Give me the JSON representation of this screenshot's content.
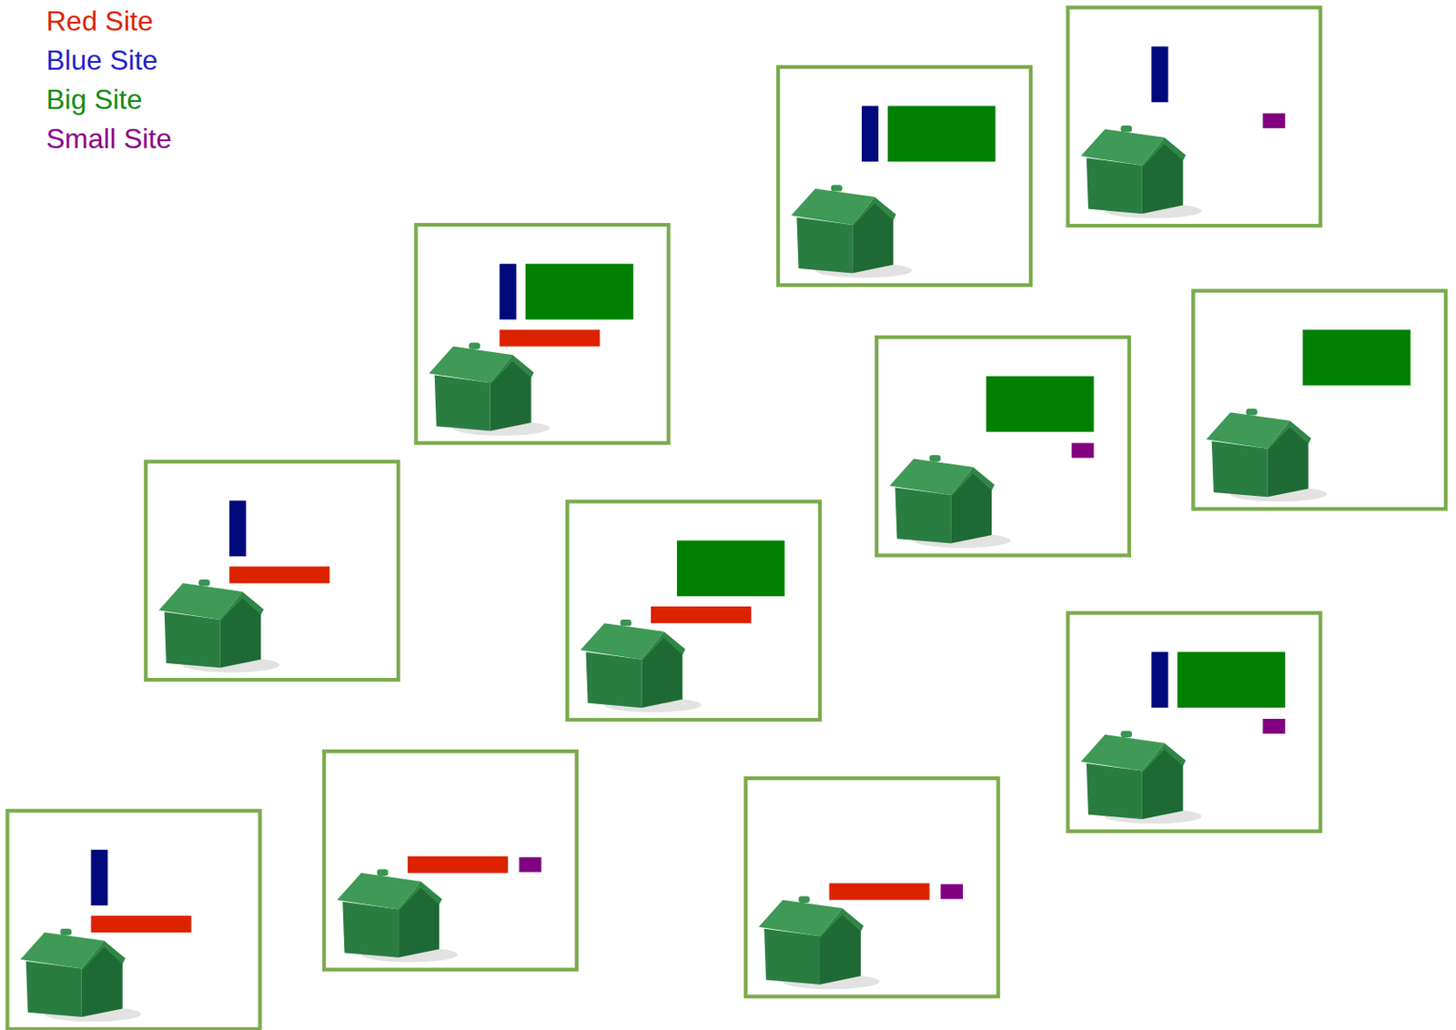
{
  "diagram": {
    "legend": [
      {
        "text": "Red Site",
        "color": "#dd2200"
      },
      {
        "text": "Blue Site",
        "color": "#1f1fd0"
      },
      {
        "text": "Big Site",
        "color": "#138a13"
      },
      {
        "text": "Small Site",
        "color": "#880088"
      }
    ]
  }
}
